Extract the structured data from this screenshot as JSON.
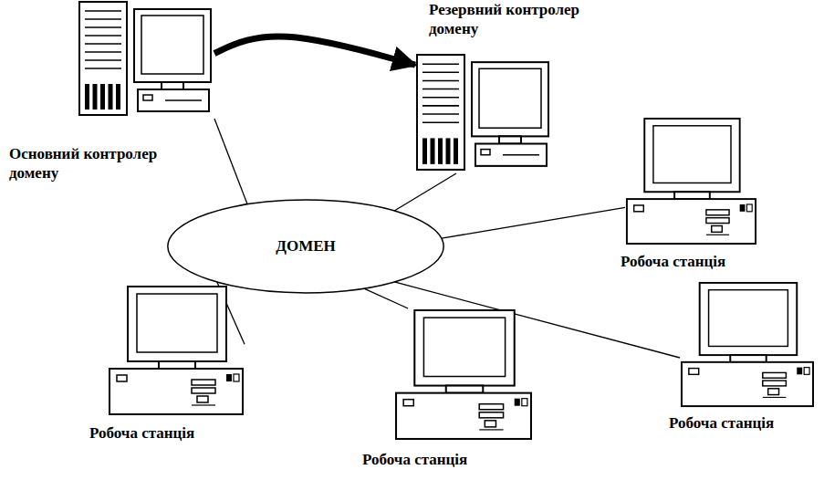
{
  "diagram": {
    "nodes": [
      {
        "text": [
          "Основний контролер домену"
        ]
      },
      {
        "text": [
          "Резервний контролер домену"
        ]
      },
      {
        "text": [
          "ДОМЕН"
        ]
      },
      {
        "text": [
          "Робоча станція"
        ]
      },
      {
        "text": [
          "Робоча станція"
        ]
      },
      {
        "text": [
          "Робоча станція"
        ]
      },
      {
        "text": [
          "Робоча станція"
        ]
      }
    ],
    "edges": [
      {
        "from": 0,
        "to": 2,
        "arrow": "none"
      },
      {
        "from": 1,
        "to": 2,
        "arrow": "none"
      },
      {
        "from": 3,
        "to": 2,
        "arrow": "none"
      },
      {
        "from": 4,
        "to": 2,
        "arrow": "none"
      },
      {
        "from": 6,
        "to": 2,
        "arrow": "none"
      },
      {
        "from": 5,
        "to": 2,
        "arrow": "none"
      },
      {
        "from": 0,
        "to": 1,
        "arrow": "to"
      }
    ]
  }
}
